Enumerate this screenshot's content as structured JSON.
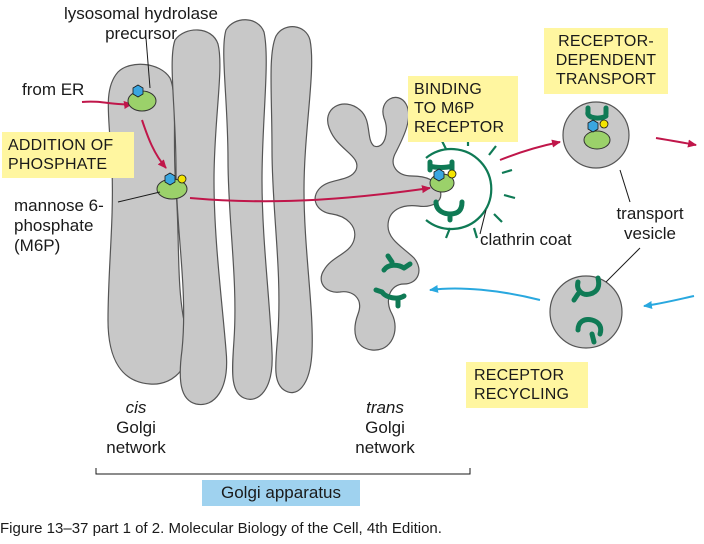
{
  "labels": {
    "hydrolase_line1": "lysosomal hydrolase",
    "hydrolase_line2": "precursor",
    "from_er": "from ER",
    "m6p_line1": "mannose 6-",
    "m6p_line2": "phosphate",
    "m6p_line3": "(M6P)",
    "clathrin_coat": "clathrin coat",
    "transport_vesicle_line1": "transport",
    "transport_vesicle_line2": "vesicle",
    "cis_line1": "cis",
    "cis_line2": "Golgi",
    "cis_line3": "network",
    "trans_line1": "trans",
    "trans_line2": "Golgi",
    "trans_line3": "network"
  },
  "steps": {
    "addition_line1": "ADDITION OF",
    "addition_line2": "PHOSPHATE",
    "binding_line1": "BINDING",
    "binding_line2": "TO M6P",
    "binding_line3": "RECEPTOR",
    "transport_line1": "RECEPTOR-",
    "transport_line2": "DEPENDENT",
    "transport_line3": "TRANSPORT",
    "recycling_line1": "RECEPTOR",
    "recycling_line2": "RECYCLING"
  },
  "golgi_apparatus": "Golgi apparatus",
  "caption": "Figure 13–37 part 1 of 2. Molecular Biology of the Cell, 4th Edition.",
  "colors": {
    "organelle_fill": "#c8c8c8",
    "organelle_stroke": "#555555",
    "protein_green": "#9bd16a",
    "receptor_green": "#0f7a55",
    "forward_arrow": "#c0164a",
    "recycle_arrow": "#29a8df",
    "step_box": "#fff6a0",
    "golgi_box": "#9fd2ef",
    "phosphate_blue": "#3aa6e0",
    "phosphate_yellow": "#f4e400"
  }
}
